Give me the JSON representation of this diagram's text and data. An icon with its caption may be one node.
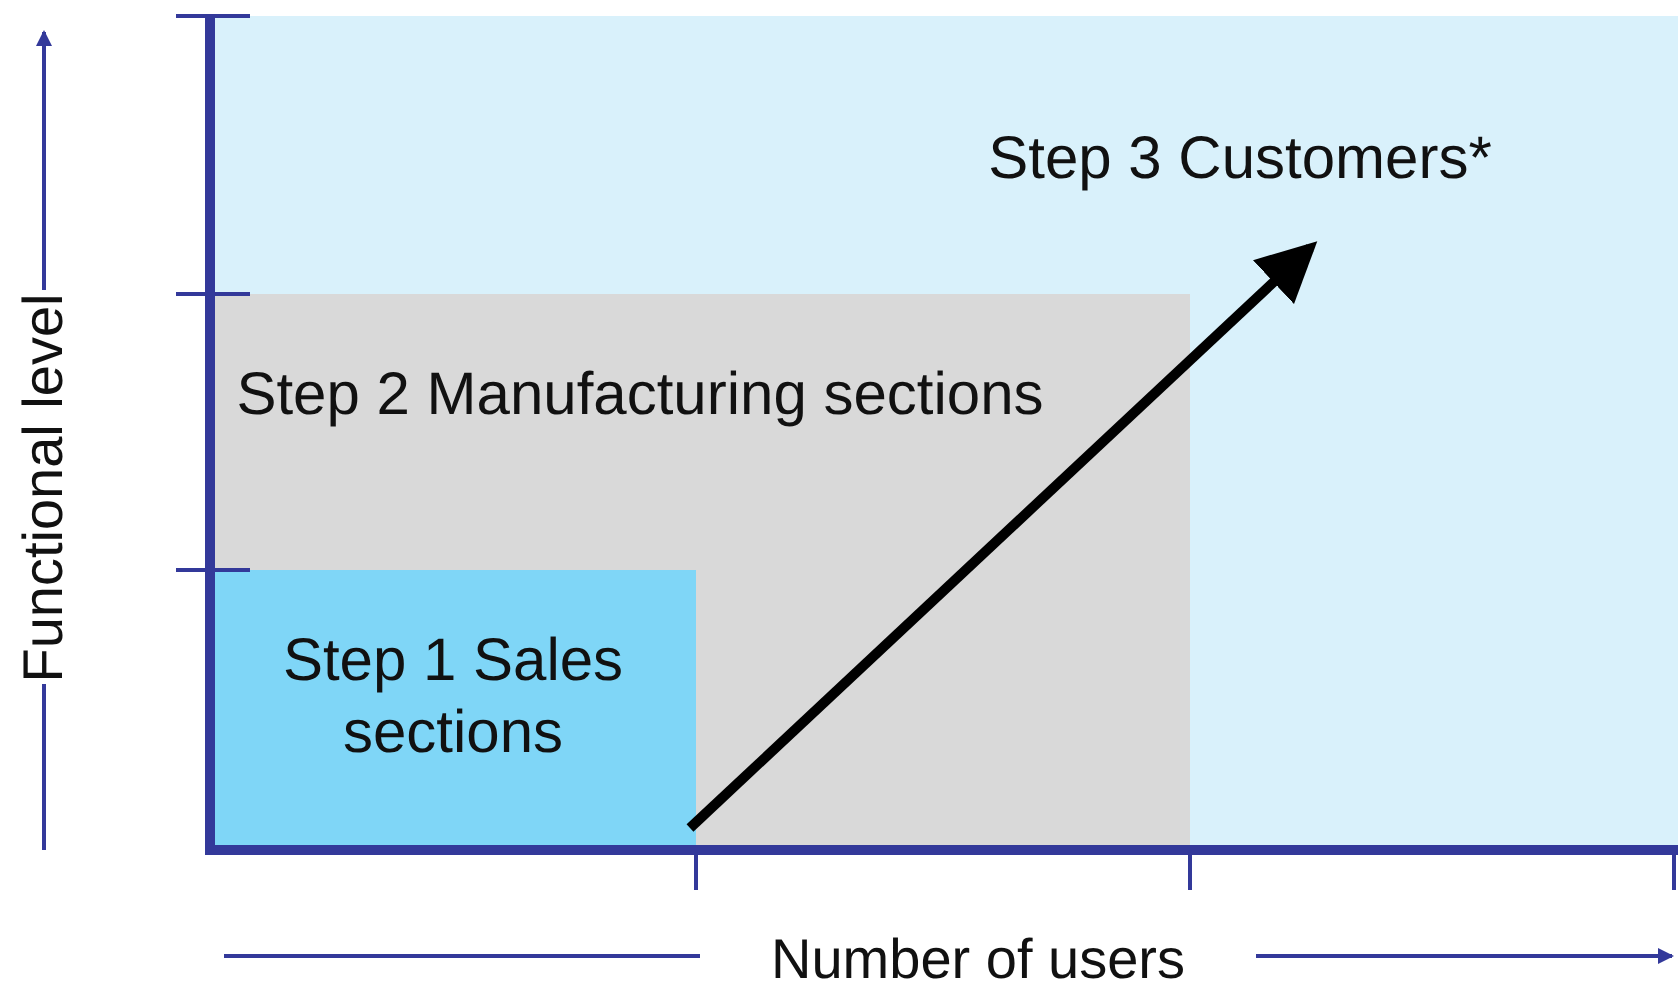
{
  "diagram": {
    "nodes": [
      {
        "text": [
          "Step 3 Customers*"
        ]
      },
      {
        "text": [
          "Step 2 Manufacturing sections"
        ],
        "in": 0
      },
      {
        "text": [
          "Step 1 Sales sections"
        ],
        "in": 1
      }
    ],
    "labels": [
      "Functional level",
      "Number of users"
    ]
  }
}
